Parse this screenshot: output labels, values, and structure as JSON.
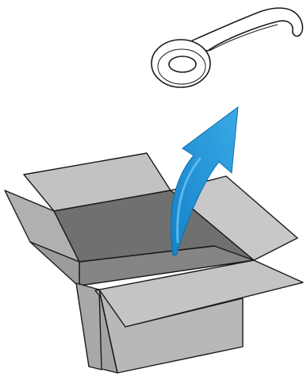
{
  "illustration": {
    "subject": "unpacking-from-box",
    "elements": [
      "open-cardboard-box",
      "removed-part",
      "lift-out-arrow"
    ]
  },
  "colors": {
    "background": "#ffffff",
    "outline": "#1a1a1a",
    "box_front": "#a9a9a9",
    "box_right": "#bcbcbc",
    "box_inside_back": "#6f6f6f",
    "box_inside_floor": "#8a8a8a",
    "box_flap": "#c6c6c6",
    "box_flap_dark": "#9c9c9c",
    "arrow": "#1a8fd6",
    "arrow_highlight": "#4fb3ea",
    "part_fill": "#ffffff"
  }
}
